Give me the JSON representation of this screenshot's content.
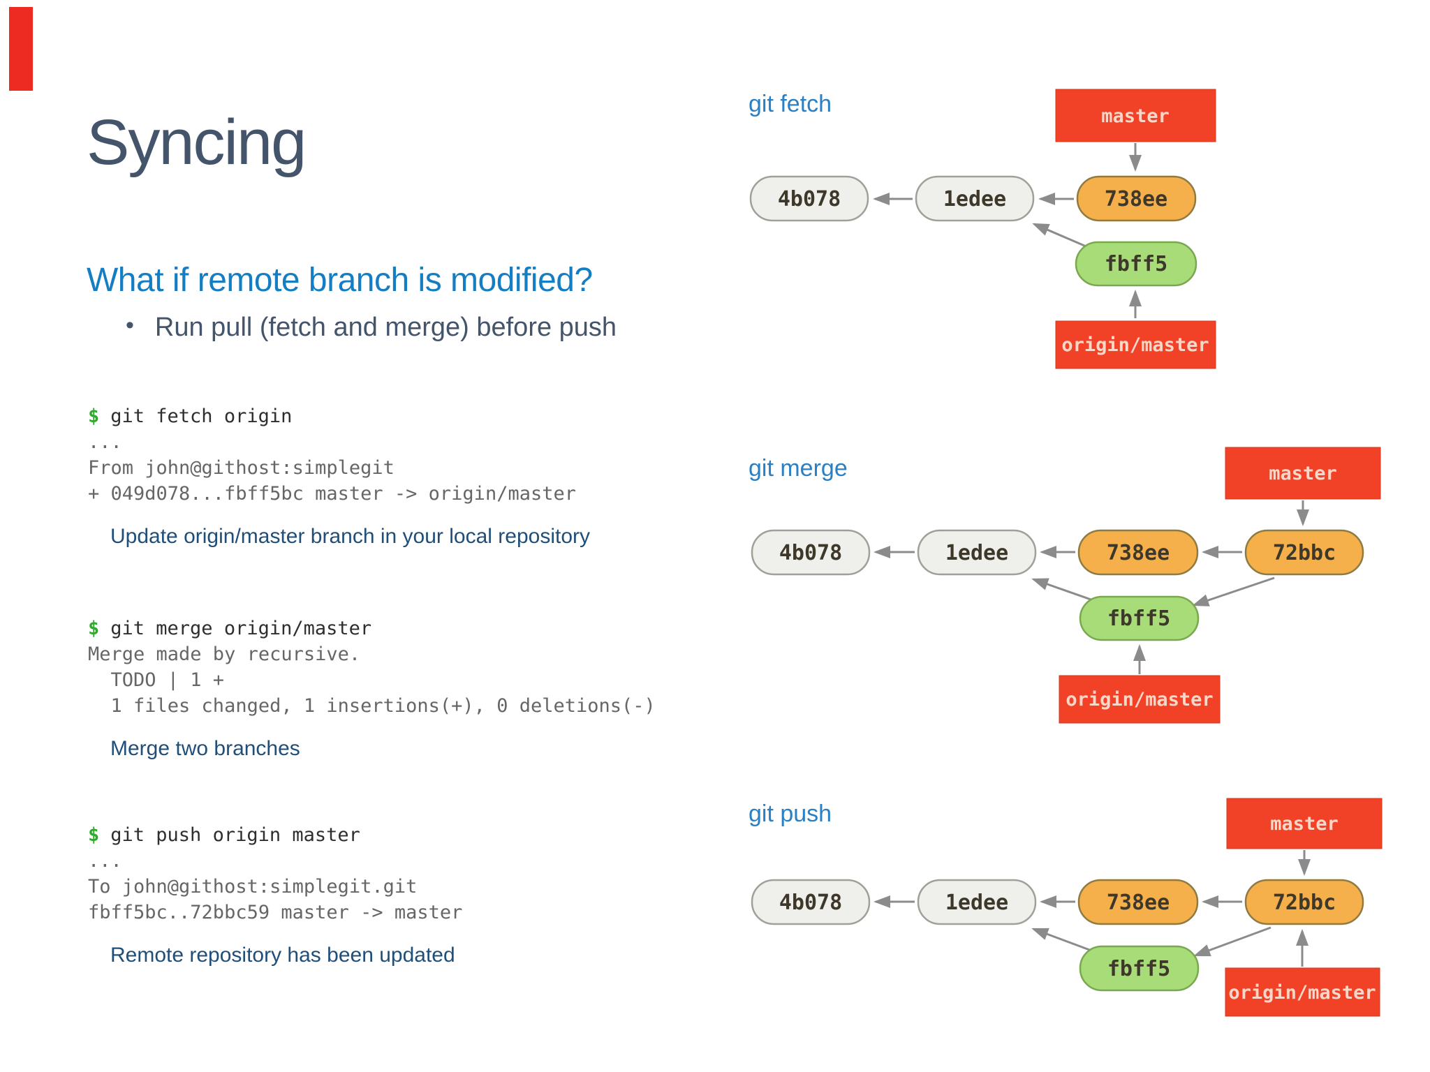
{
  "colors": {
    "accent_bar_red": "#ee2b22",
    "title_text": "#44546a",
    "heading_blue": "#157dc2",
    "body_text": "#44546a",
    "prompt_green": "#2faa2f",
    "command_text": "#2e2e2e",
    "output_text": "#666666",
    "note_navy": "#1f4e79",
    "diagram_label_blue": "#2b7fc3",
    "ref_red": "#f14227",
    "ref_text": "#f8d7c9",
    "commit_orange": "#f5b04c",
    "commit_green": "#a7dc78",
    "commit_gray": "#efefec",
    "node_text": "#3e382a",
    "arrow_gray": "#8b8b8b"
  },
  "slide": {
    "title": "Syncing",
    "heading": "What if remote branch is modified?",
    "bullet_marker": "•",
    "bullet": "Run pull (fetch and merge) before push"
  },
  "terminals": [
    {
      "prompt": "$",
      "command": "git fetch origin",
      "output": [
        "...",
        "From john@githost:simplegit",
        "+ 049d078...fbff5bc master -> origin/master"
      ],
      "note": "Update origin/master branch in your local repository"
    },
    {
      "prompt": "$",
      "command": "git merge origin/master",
      "output": [
        "Merge made by recursive.",
        "  TODO | 1 +",
        "  1 files changed, 1 insertions(+), 0 deletions(-)"
      ],
      "note": "Merge two branches"
    },
    {
      "prompt": "$",
      "command": "git push origin master",
      "output": [
        "...",
        "To john@githost:simplegit.git",
        "fbff5bc..72bbc59 master -> master"
      ],
      "note": "Remote repository has been updated"
    }
  ],
  "diagrams": {
    "fetch": {
      "label": "git fetch"
    },
    "merge": {
      "label": "git merge"
    },
    "push": {
      "label": "git push"
    },
    "nodes": {
      "c1": "4b078",
      "c2": "1edee",
      "c3": "738ee",
      "c4": "72bbc",
      "m": "fbff5"
    },
    "refs": {
      "master": "master",
      "origin": "origin/master"
    }
  }
}
